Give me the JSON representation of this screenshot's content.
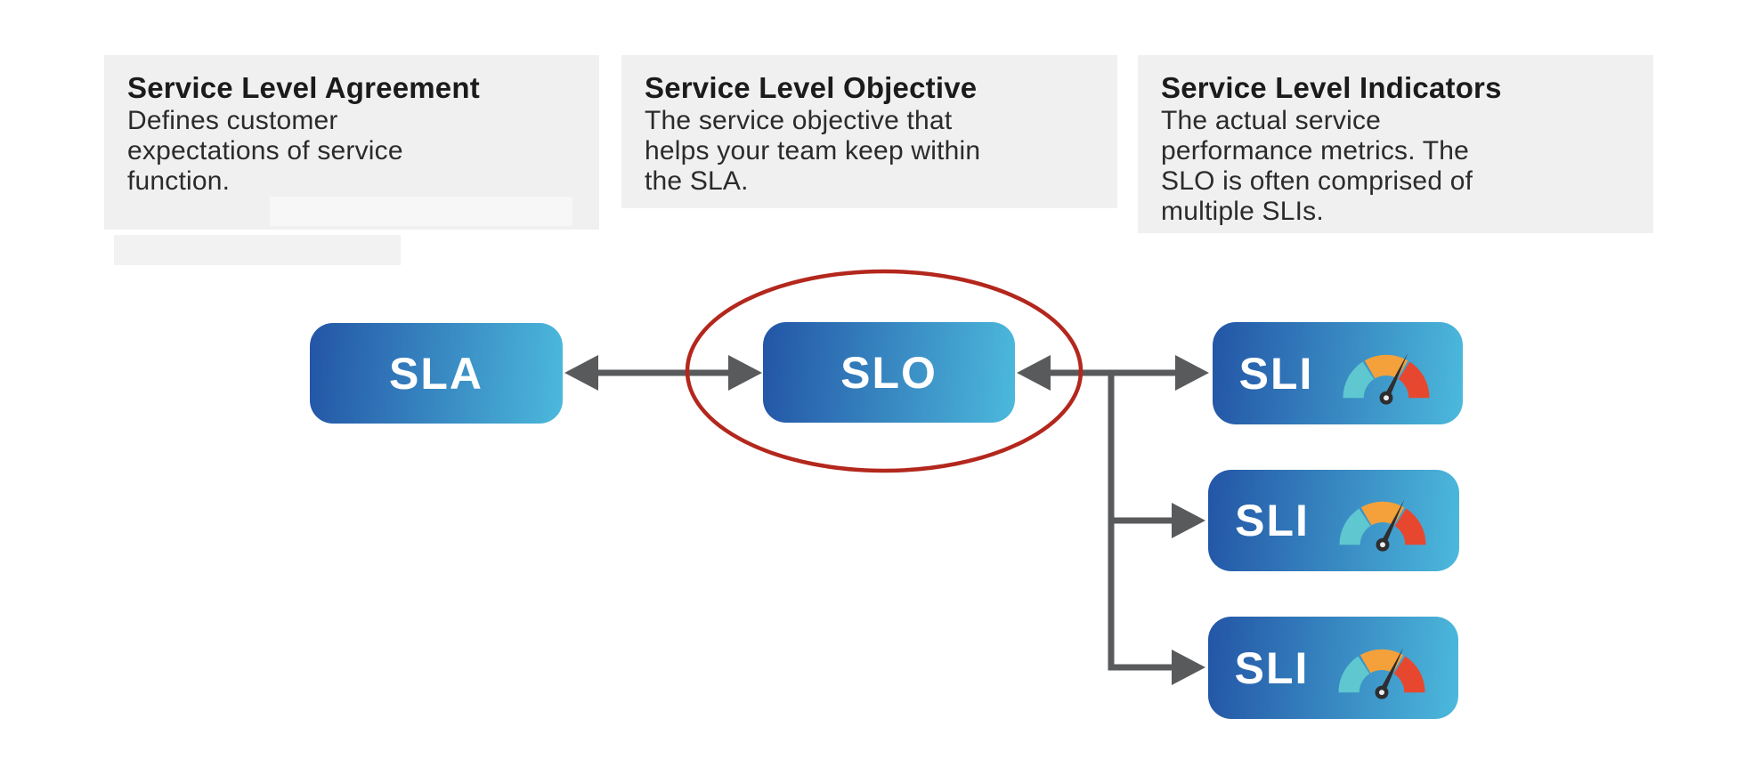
{
  "cards": [
    {
      "title": "Service Level Agreement",
      "body": "Defines customer\nexpectations of service\nfunction."
    },
    {
      "title": "Service Level Objective",
      "body": "The service objective that\nhelps your team keep within\nthe SLA."
    },
    {
      "title": "Service Level Indicators",
      "body": "The actual service\nperformance metrics. The\nSLO is often comprised of\nmultiple SLIs."
    }
  ],
  "nodes": {
    "sla_label": "SLA",
    "slo_label": "SLO",
    "sli_labels": [
      "SLI",
      "SLI",
      "SLI"
    ]
  },
  "annotations": {
    "highlight": "red ellipse around SLO node"
  },
  "colors": {
    "node_gradient_start": "#2355a6",
    "node_gradient_end": "#4cb9dc",
    "node_text": "#ffffff",
    "arrow": "#595a5c",
    "highlight_ellipse": "#b3271d",
    "card_background": "#f0f0f0",
    "title_text": "#1b1b1b",
    "body_text": "#2b2b2b",
    "gauge_teal": "#5ec7cf",
    "gauge_orange": "#f4a13b",
    "gauge_red": "#e8472f",
    "gauge_needle": "#2e2e30"
  }
}
